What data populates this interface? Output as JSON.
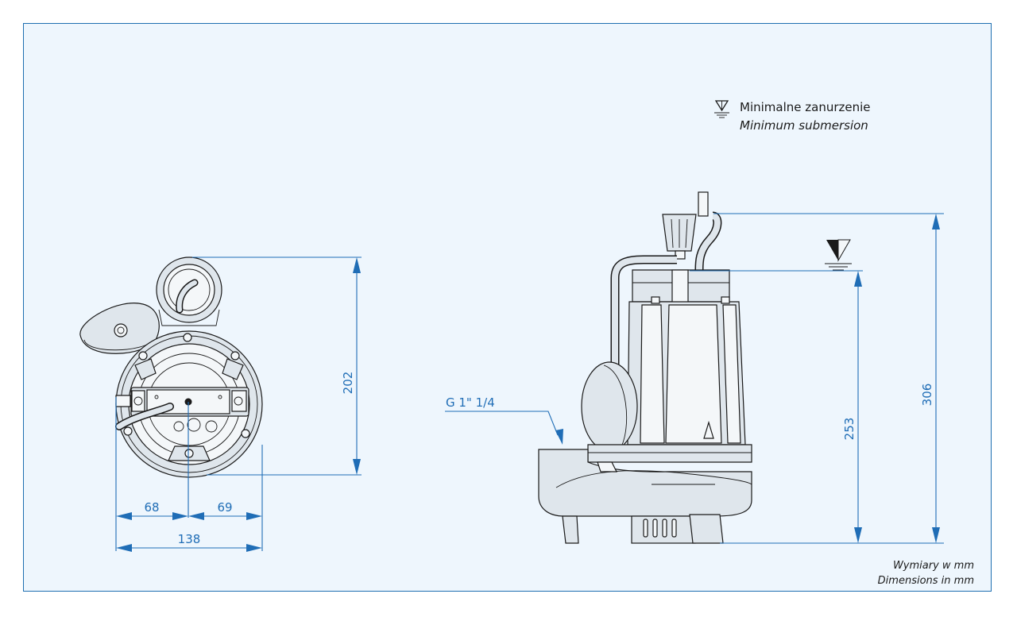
{
  "legend": {
    "line1": "Minimalne zanurzenie",
    "line2": "Minimum submersion"
  },
  "top_view": {
    "dim_height": "202",
    "dim_left": "68",
    "dim_right": "69",
    "dim_width": "138"
  },
  "side_view": {
    "connection": "G 1\" 1/4",
    "dim_min_submersion": "253",
    "dim_total_height": "306"
  },
  "footer": {
    "line1": "Wymiary w mm",
    "line2": "Dimensions in mm"
  },
  "colors": {
    "frame": "#1e6fb0",
    "background": "#eef6fd",
    "dimension": "#1f6db6"
  }
}
